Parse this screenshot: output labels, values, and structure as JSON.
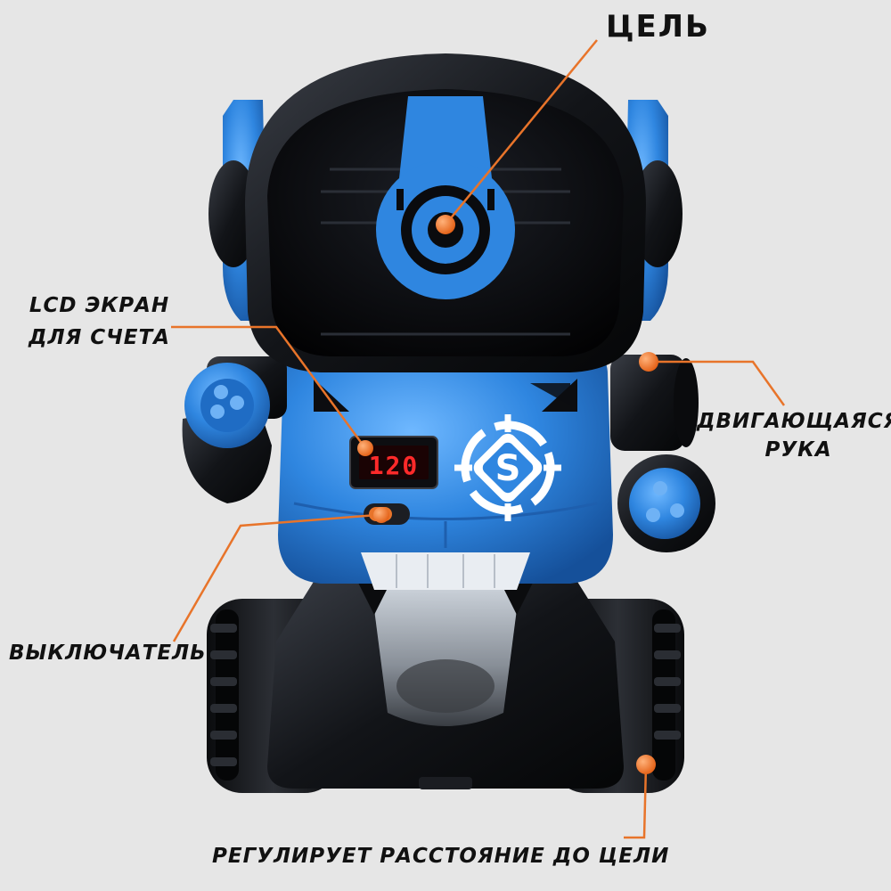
{
  "labels": {
    "target": "ЦЕЛЬ",
    "lcd_line1": "LCD ЭКРАН",
    "lcd_line2": "ДЛЯ СЧЕТА",
    "arm_line1": "ДВИГАЮЩАЯСЯ",
    "arm_line2": "РУКА",
    "switch": "ВЫКЛЮЧАТЕЛЬ",
    "distance": "РЕГУЛИРУЕТ РАССТОЯНИЕ ДО ЦЕЛИ"
  },
  "display": {
    "score": "120"
  },
  "badge": {
    "letter": "S"
  },
  "colors": {
    "background": "#e6e6e6",
    "robot_blue": "#2f86e0",
    "robot_black": "#121418",
    "callout_orange": "#e8742a",
    "display_red": "#ff2a2a"
  }
}
